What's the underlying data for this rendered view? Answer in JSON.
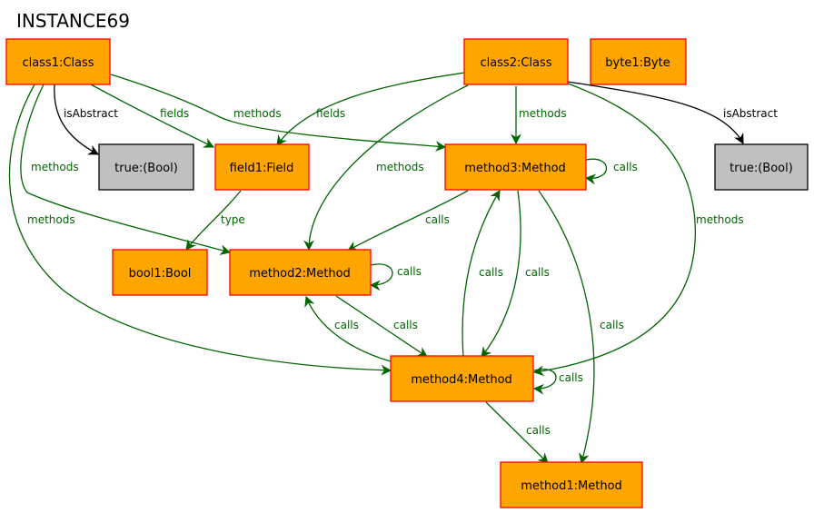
{
  "title": "INSTANCE69",
  "colors": {
    "node_fill": "#ffa500",
    "node_border": "#ff0000",
    "value_fill": "#c0c0c0",
    "value_border": "#000000",
    "green_edge": "#006400",
    "black_edge": "#000000"
  },
  "nodes": {
    "class1": "class1:Class",
    "class2": "class2:Class",
    "byte1": "byte1:Byte",
    "true1": "true:(Bool)",
    "field1": "field1:Field",
    "method3": "method3:Method",
    "true2": "true:(Bool)",
    "bool1": "bool1:Bool",
    "method2": "method2:Method",
    "method4": "method4:Method",
    "method1": "method1:Method"
  },
  "edge_labels": {
    "c1_isAbstract": "isAbstract",
    "c1_fields": "fields",
    "c1_methods_m3": "methods",
    "c1_methods_m2": "methods",
    "c1_methods_m4": "methods",
    "c2_fields": "fields",
    "c2_methods_m3": "methods",
    "c2_methods_m2": "methods",
    "c2_methods_m4": "methods",
    "c2_isAbstract": "isAbstract",
    "f1_type": "type",
    "m3_calls_self": "calls",
    "m3_calls_m2": "calls",
    "m4_calls_m3": "calls",
    "m3_calls_m4": "calls",
    "m3_calls_m1": "calls",
    "m2_calls_self": "calls",
    "m4_calls_m2": "calls",
    "m2_calls_m4": "calls",
    "m4_calls_self": "calls",
    "m4_calls_m1": "calls"
  }
}
